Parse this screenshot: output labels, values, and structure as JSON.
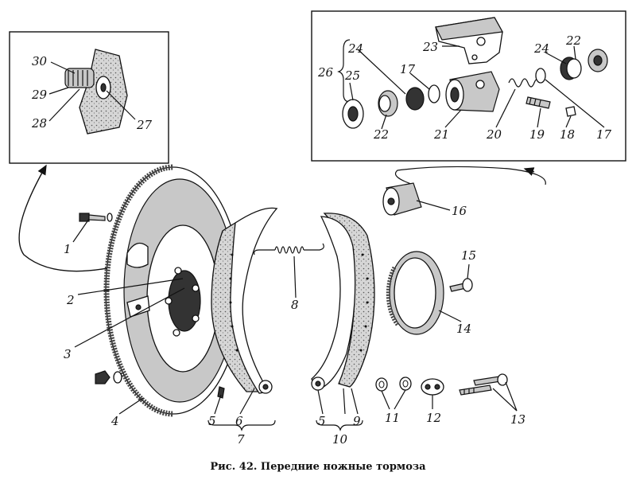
{
  "caption": "Рис. 42. Передние ножные тормоза",
  "labels": {
    "n1": "1",
    "n2": "2",
    "n3": "3",
    "n4": "4",
    "n5a": "5",
    "n5b": "5",
    "n6": "6",
    "n7": "7",
    "n8": "8",
    "n9": "9",
    "n10": "10",
    "n11": "11",
    "n12": "12",
    "n13": "13",
    "n14": "14",
    "n15": "15",
    "n16": "16",
    "n17a": "17",
    "n17b": "17",
    "n18": "18",
    "n19": "19",
    "n20": "20",
    "n21": "21",
    "n22a": "22",
    "n22b": "22",
    "n23": "23",
    "n24a": "24",
    "n24b": "24",
    "n25": "25",
    "n26": "26",
    "n27": "27",
    "n28": "28",
    "n29": "29",
    "n30": "30"
  }
}
